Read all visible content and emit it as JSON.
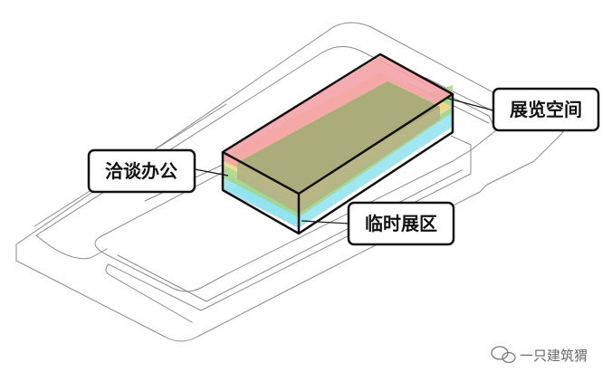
{
  "labels": {
    "exhibition_space": "展览空间",
    "negotiation_office": "洽谈办公",
    "temporary_exhibition": "临时展区"
  },
  "watermark": {
    "text": "一只建筑猬"
  },
  "colors": {
    "outline": "#111111",
    "site_lines": "#8a8a8a",
    "layer_red": "#f4a3a8",
    "layer_yellow": "#f2dc8c",
    "layer_green": "#a8d47f",
    "layer_cyan": "#8fe3ef",
    "core": "#b5b486"
  }
}
